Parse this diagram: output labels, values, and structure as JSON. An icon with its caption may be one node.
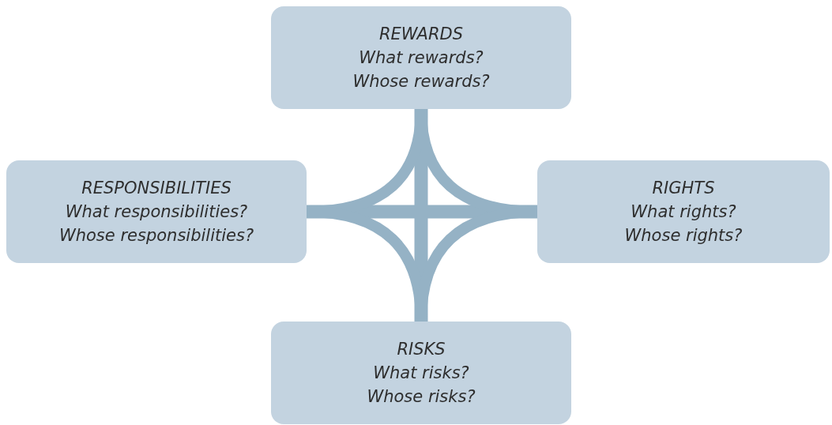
{
  "diagram": {
    "nodes": [
      {
        "text": [
          "REWARDS",
          "What rewards?",
          "Whose rewards?"
        ]
      },
      {
        "text": [
          "RESPONSIBILITIES",
          "What responsibilities?",
          "Whose responsibilities?"
        ]
      },
      {
        "text": [
          "RIGHTS",
          "What rights?",
          "Whose rights?"
        ]
      },
      {
        "text": [
          "RISKS",
          "What risks?",
          "Whose risks?"
        ]
      }
    ],
    "edges": [
      {
        "from": 0,
        "to": 3,
        "arrow": "none"
      },
      {
        "from": 1,
        "to": 2,
        "arrow": "none"
      },
      {
        "from": 0,
        "to": 1,
        "arrow": "none"
      },
      {
        "from": 0,
        "to": 2,
        "arrow": "none"
      },
      {
        "from": 3,
        "to": 1,
        "arrow": "none"
      },
      {
        "from": 3,
        "to": 2,
        "arrow": "none"
      }
    ]
  }
}
